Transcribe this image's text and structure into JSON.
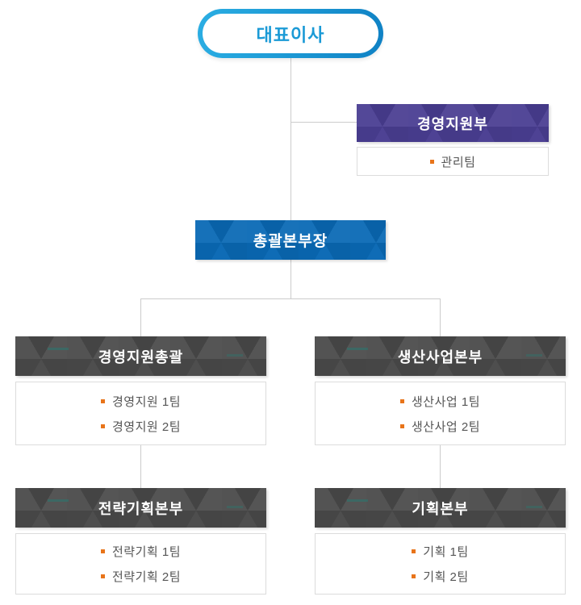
{
  "org": {
    "ceo": {
      "label": "대표이사"
    },
    "staff_department": {
      "title": "경영지원부",
      "teams": [
        "관리팀"
      ]
    },
    "director": {
      "label": "총괄본부장"
    },
    "divisions": [
      {
        "title": "경영지원총괄",
        "teams": [
          "경영지원 1팀",
          "경영지원 2팀"
        ]
      },
      {
        "title": "생산사업본부",
        "teams": [
          "생산사업 1팀",
          "생산사업 2팀"
        ]
      },
      {
        "title": "전략기획본부",
        "teams": [
          "전략기획 1팀",
          "전략기획 2팀"
        ]
      },
      {
        "title": "기획본부",
        "teams": [
          "기획 1팀",
          "기획 2팀"
        ]
      }
    ]
  },
  "colors": {
    "ceo_border_start": "#2BAEE3",
    "ceo_border_end": "#0F81C4",
    "ceo_text": "#1B9AD6",
    "staff_department_box": "#4A3E92",
    "director_box": "#0A69B5",
    "division_box": "#4A4A4A",
    "teal_accent": "#287870",
    "bullet": "#E8741A",
    "team_text": "#555555",
    "box_border": "#DCDCDC",
    "connector": "#CCCCCC",
    "background": "#FFFFFF"
  }
}
